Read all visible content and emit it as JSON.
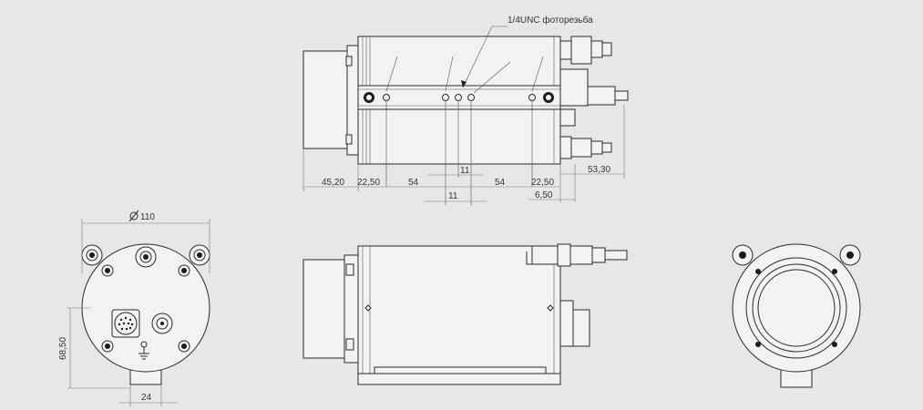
{
  "annotation": "1/4UNC фоторезьба",
  "top_view_dims": {
    "d1": "45,20",
    "d2": "22,50",
    "d3": "54",
    "d4": "11",
    "d5": "11",
    "d6": "54",
    "d7": "22,50",
    "d8": "6,50",
    "d9": "53,30"
  },
  "front_view_dims": {
    "diameter": "110",
    "height": "68,50",
    "width": "24"
  },
  "icons": {
    "diameter_symbol": "diameter-icon",
    "ground_symbol": "ground-icon"
  },
  "colors": {
    "background": "#e6e7e9",
    "line": "#2b2b2b",
    "dimension": "#7a7a7a"
  }
}
